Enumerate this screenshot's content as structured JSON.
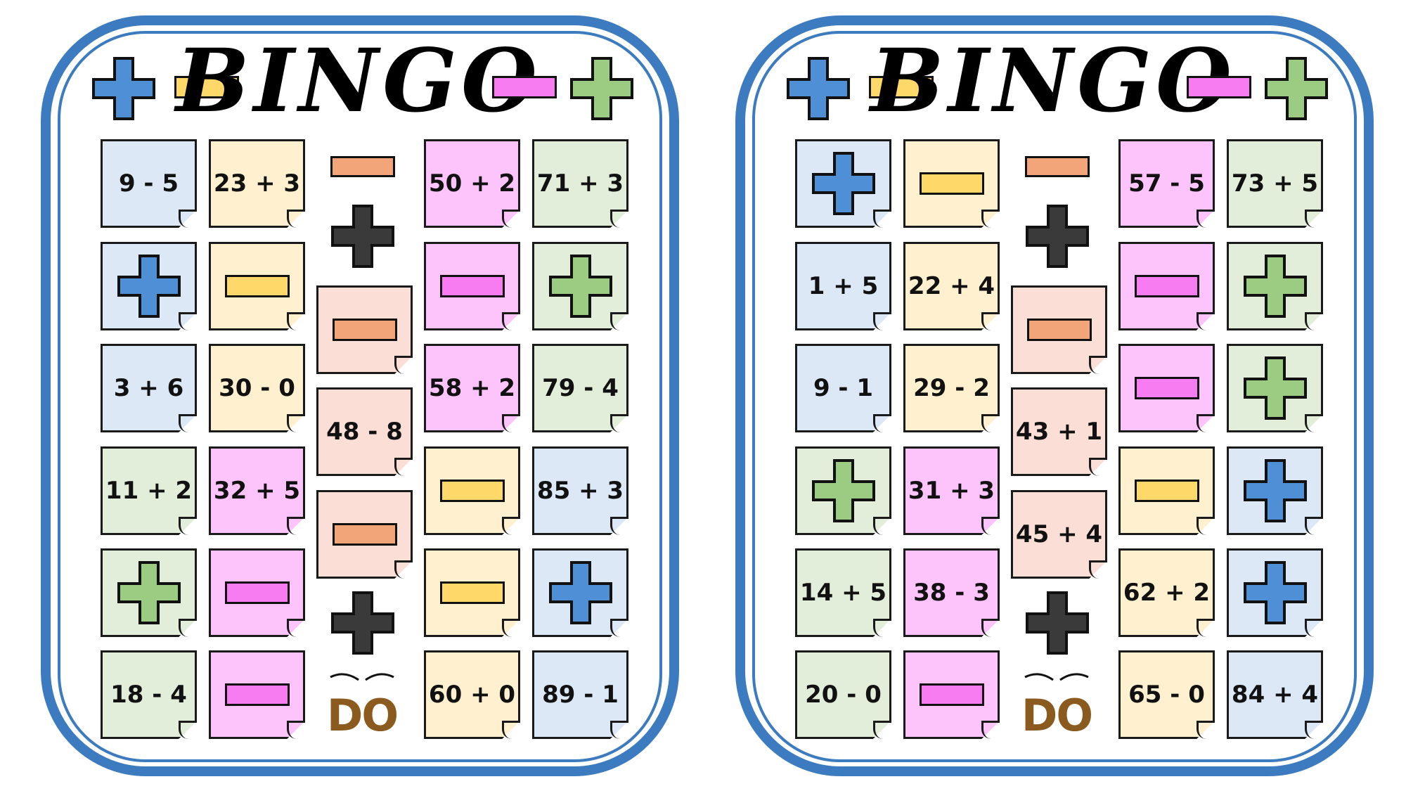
{
  "cards": [
    {
      "title": "BINGO",
      "col1": [
        "9 - 5",
        "",
        "3 + 6",
        "11 + 2",
        "",
        "18 - 4"
      ],
      "col2": [
        "23 + 3",
        "",
        "30 - 0",
        "32 +  5",
        "",
        ""
      ],
      "middle": [
        "",
        "48 - 8",
        ""
      ],
      "col4": [
        "50 + 2",
        "",
        "58 + 2",
        "",
        "",
        "60 + 0"
      ],
      "col5": [
        "71 + 3",
        "",
        "79 - 4",
        "85 + 3",
        "",
        "89 - 1"
      ],
      "logo": "DO"
    },
    {
      "title": "BINGO",
      "col1": [
        "",
        "1 + 5",
        "9 - 1",
        "",
        "14 + 5",
        "20 - 0"
      ],
      "col2": [
        "",
        "22 + 4",
        "29 - 2",
        "31 + 3",
        "38 - 3",
        ""
      ],
      "middle": [
        "",
        "43 + 1",
        "45 + 4"
      ],
      "col4": [
        "57 - 5",
        "",
        "",
        "",
        "62 + 2",
        "65 - 0"
      ],
      "col5": [
        "73 + 5",
        "",
        "",
        "",
        "",
        "84 + 4"
      ],
      "logo": "DO"
    }
  ],
  "colors": {
    "frame": "#3c7bbf",
    "blue": "#4f8fd6",
    "yellow": "#ffd86a",
    "pink": "#f77cf2",
    "green": "#9ccc82",
    "salmon": "#f3a57a",
    "dark": "#3a3a3a"
  }
}
